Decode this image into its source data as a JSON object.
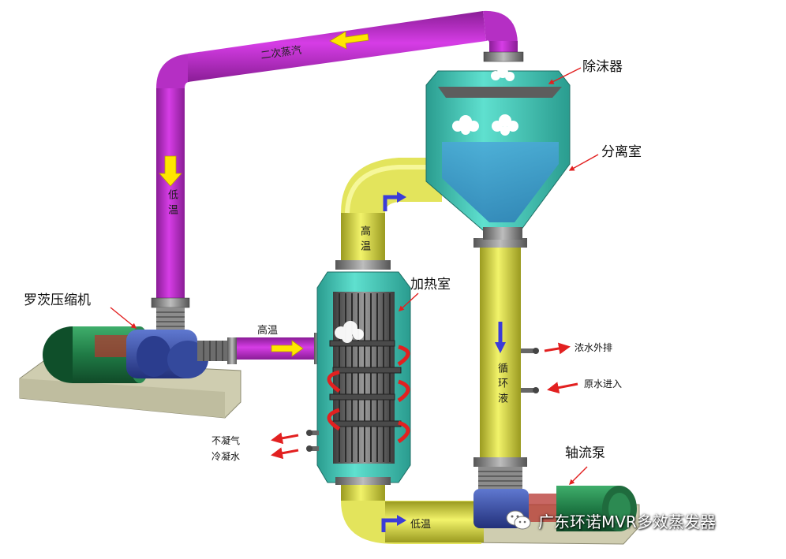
{
  "labels": {
    "demister": "除沫器",
    "separation_chamber": "分离室",
    "heating_chamber": "加热室",
    "roots_compressor": "罗茨压缩机",
    "axial_pump": "轴流泵",
    "concentrate_out": "浓水外排",
    "raw_water_in": "原水进入",
    "noncondensable_gas": "不凝气",
    "condensate": "冷凝水"
  },
  "pipe_labels": {
    "secondary_steam": "二次蒸汽",
    "low_temp_left": "低温",
    "high_temp_top": "高温",
    "high_temp_inlet": "高温",
    "circulating_liquid": "循环液",
    "low_temp_bottom": "低温"
  },
  "watermark": "广东环诺MVR多效蒸发器",
  "colors": {
    "steam_pipe": "#c22fd0",
    "liquid_pipe": "#e6e85a",
    "vessel": "#3ec8b8",
    "motor": "#1f7a45",
    "compressor": "#3a4fa0",
    "base": "#d8d6b8",
    "arrow_yellow": "#ffe600",
    "arrow_blue": "#3b3cd8",
    "arrow_red": "#e22020"
  }
}
